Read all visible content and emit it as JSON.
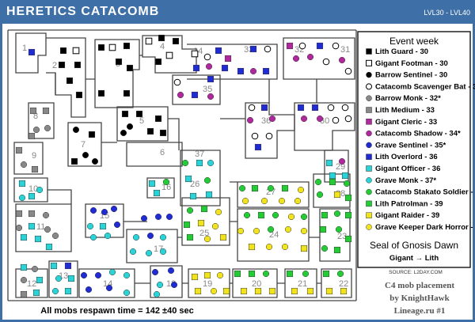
{
  "header": {
    "title": "HERETICS CATACOMB",
    "levels": "LVL30 - LVL40"
  },
  "legend": {
    "title": "Event week",
    "items": [
      {
        "label": "Lith Guard - 30",
        "shape": "square",
        "color": "#000000",
        "hollow": false
      },
      {
        "label": "Gigant Footman - 30",
        "shape": "square",
        "color": "#000000",
        "hollow": true
      },
      {
        "label": "Barrow Sentinel - 30",
        "shape": "circle",
        "color": "#000000",
        "hollow": false
      },
      {
        "label": "Catacomb Scavenger Bat - 31*",
        "shape": "circle",
        "color": "#000000",
        "hollow": true
      },
      {
        "label": "Barrow Monk - 32*",
        "shape": "circle",
        "color": "#888888",
        "hollow": false
      },
      {
        "label": "Lith Medium - 33",
        "shape": "square",
        "color": "#888888",
        "hollow": false
      },
      {
        "label": "Gigant Cleric - 33",
        "shape": "square",
        "color": "#b0279e",
        "hollow": false
      },
      {
        "label": "Catacomb Shadow - 34*",
        "shape": "circle",
        "color": "#b0279e",
        "hollow": false
      },
      {
        "label": "Grave Sentinel - 35*",
        "shape": "circle",
        "color": "#1f2bd4",
        "hollow": false
      },
      {
        "label": "Lith Overlord - 36",
        "shape": "square",
        "color": "#1f2bd4",
        "hollow": false
      },
      {
        "label": "Gigant Officer - 36",
        "shape": "square",
        "color": "#28d4d8",
        "hollow": false
      },
      {
        "label": "Grave Monk - 37*",
        "shape": "circle",
        "color": "#28d4d8",
        "hollow": false
      },
      {
        "label": "Catacomb Stakato Soldier - 38*",
        "shape": "circle",
        "color": "#22cc33",
        "hollow": false
      },
      {
        "label": "Lith Patrolman - 39",
        "shape": "square",
        "color": "#22cc33",
        "hollow": false
      },
      {
        "label": "Gigant Raider - 39",
        "shape": "square",
        "color": "#f2e41c",
        "hollow": false
      },
      {
        "label": "Grave Keeper Dark Horror - 40*",
        "shape": "circle",
        "color": "#f2e41c",
        "hollow": false
      }
    ],
    "seal_title": "Seal of Gnosis Dawn",
    "seal_text": "Gigant → Lith"
  },
  "footer": {
    "source": "SOURCE: L2DAY.COM",
    "respawn": "All mobs respawn time = 142 ±40 sec",
    "credit_line1": "C4 mob placement",
    "credit_line2": "by KnightHawk",
    "credit_line3": "Lineage.ru #1"
  },
  "rooms": [
    "1",
    "2",
    "3",
    "4",
    "5",
    "6",
    "7",
    "8",
    "9",
    "10",
    "11",
    "12",
    "13",
    "14",
    "15",
    "16",
    "17",
    "18",
    "19",
    "20",
    "21",
    "22",
    "23",
    "24",
    "25",
    "26",
    "27",
    "28",
    "29",
    "30",
    "31",
    "32",
    "33",
    "34",
    "35",
    "36",
    "37"
  ],
  "colors": {
    "background": "#3e6fa6",
    "wall": "#444444",
    "room_label": "#888888"
  }
}
